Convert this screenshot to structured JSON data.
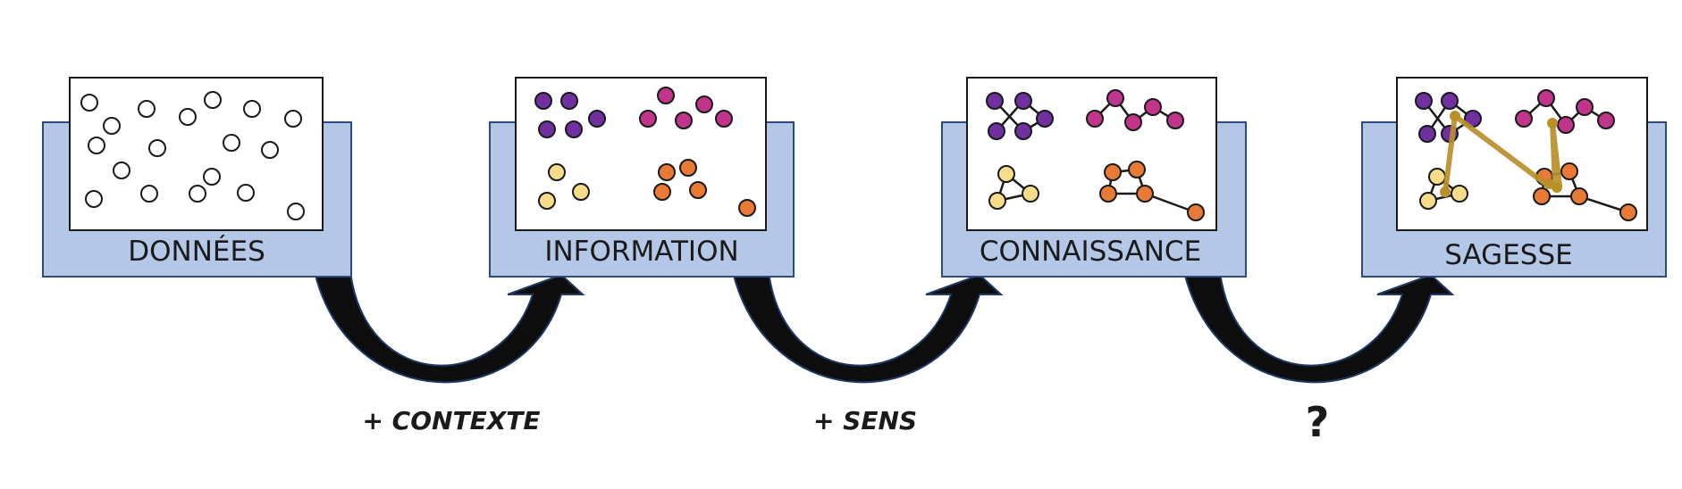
{
  "stages": [
    {
      "label": "DONNÉES"
    },
    {
      "label": "INFORMATION"
    },
    {
      "label": "CONNAISSANCE"
    },
    {
      "label": "SAGESSE"
    }
  ],
  "transitions": [
    {
      "label": "+ CONTEXTE"
    },
    {
      "label": "+ SENS"
    },
    {
      "label": "?"
    }
  ],
  "colors": {
    "tray": "#b4c7e7",
    "purple": "#7030a0",
    "magenta": "#c0348c",
    "yellow": "#f7dc8a",
    "orange": "#e87a35",
    "gold": "#b8902a",
    "arrow": "#0d0d0d"
  }
}
